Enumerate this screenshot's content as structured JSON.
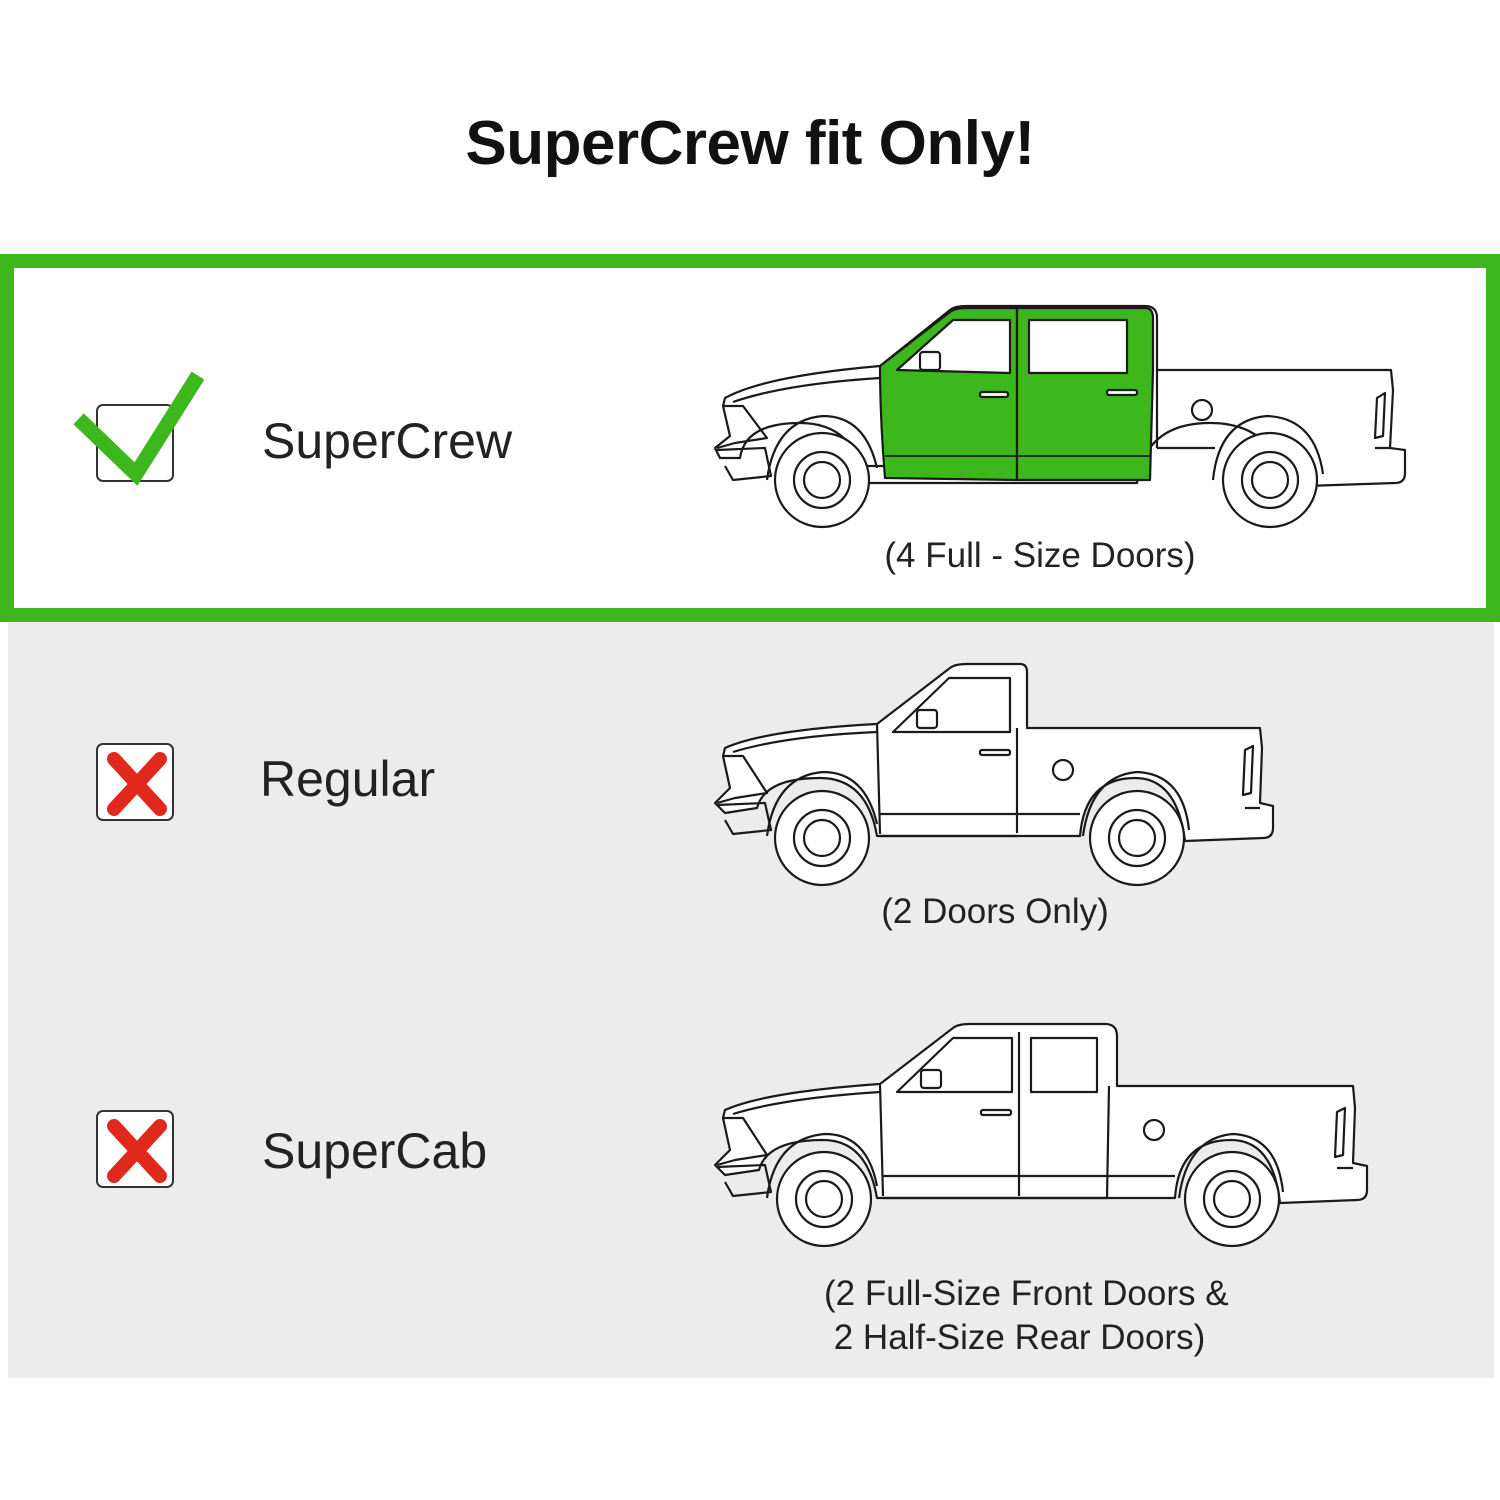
{
  "title": "SuperCrew fit Only!",
  "colors": {
    "fit_green": "#3cb81c",
    "no_fit_red": "#e0281c",
    "panel_gray": "#ececec",
    "outline": "#1a1a1a"
  },
  "options": [
    {
      "label": "SuperCrew",
      "status": "fit",
      "status_icon": "checkmark-icon",
      "caption_lines": [
        "(4 Full - Size Doors)"
      ]
    },
    {
      "label": "Regular",
      "status": "no-fit",
      "status_icon": "x-icon",
      "caption_lines": [
        "(2 Doors Only)"
      ]
    },
    {
      "label": "SuperCab",
      "status": "no-fit",
      "status_icon": "x-icon",
      "caption_lines": [
        "(2 Full-Size Front Doors &",
        " 2 Half-Size Rear Doors)"
      ]
    }
  ]
}
